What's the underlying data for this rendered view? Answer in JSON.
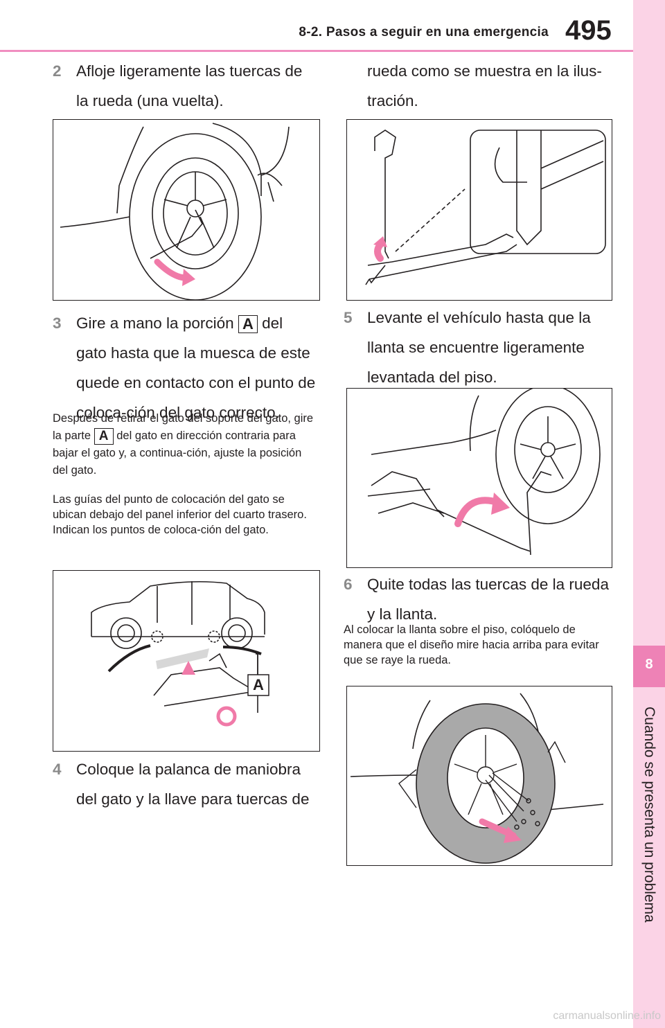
{
  "header": {
    "section": "8-2. Pasos a seguir en una emergencia",
    "page": "495"
  },
  "side_tab": {
    "chapter_number": "8",
    "chapter_title": "Cuando se presenta un problema"
  },
  "steps": {
    "s2": {
      "num": "2",
      "text": "Afloje ligeramente las tuercas de la rueda (una vuelta)."
    },
    "s3": {
      "num": "3",
      "text_before": "Gire a mano la porción",
      "label": "A",
      "text_after": "del gato hasta que la muesca de este quede en contacto con el punto de coloca-ción del gato correcto."
    },
    "s4": {
      "num": "4",
      "text": "Coloque la palanca de maniobra del gato y la llave para tuercas de"
    },
    "s4_cont": "rueda como se muestra en la ilus-tración.",
    "s5": {
      "num": "5",
      "text": "Levante el vehículo hasta que la llanta se encuentre ligeramente levantada del piso."
    },
    "s6": {
      "num": "6",
      "text": "Quite todas las tuercas de la rueda y la llanta."
    }
  },
  "notes": {
    "n1_before": "Después de retirar el gato del soporte del gato, gire la parte",
    "n1_label": "A",
    "n1_after": "del gato en dirección contraria para bajar el gato y, a continua-ción, ajuste la posición del gato.",
    "n2": "Las guías del punto de colocación del gato se ubican debajo del panel inferior del cuarto trasero. Indican los puntos de coloca-ción del gato.",
    "n3": "Al colocar la llanta sobre el piso, colóquelo de manera que el diseño mire hacia arriba para evitar que se raye la rueda."
  },
  "figures": {
    "loosen": {
      "icon": "wheel-loosen-illustration"
    },
    "jack_points": {
      "icon": "jack-point-illustration",
      "callout": "A"
    },
    "jack_handle": {
      "icon": "jack-handle-assembly-illustration"
    },
    "raise": {
      "icon": "raise-vehicle-illustration"
    },
    "remove": {
      "icon": "remove-wheel-illustration"
    }
  },
  "watermark": "carmanualsonline.info",
  "colors": {
    "accent_pink": "#ee82b6",
    "tab_light_pink": "#fbd3e6",
    "arrow_pink": "#f07aa8",
    "step_number_gray": "#8a8a8a"
  }
}
